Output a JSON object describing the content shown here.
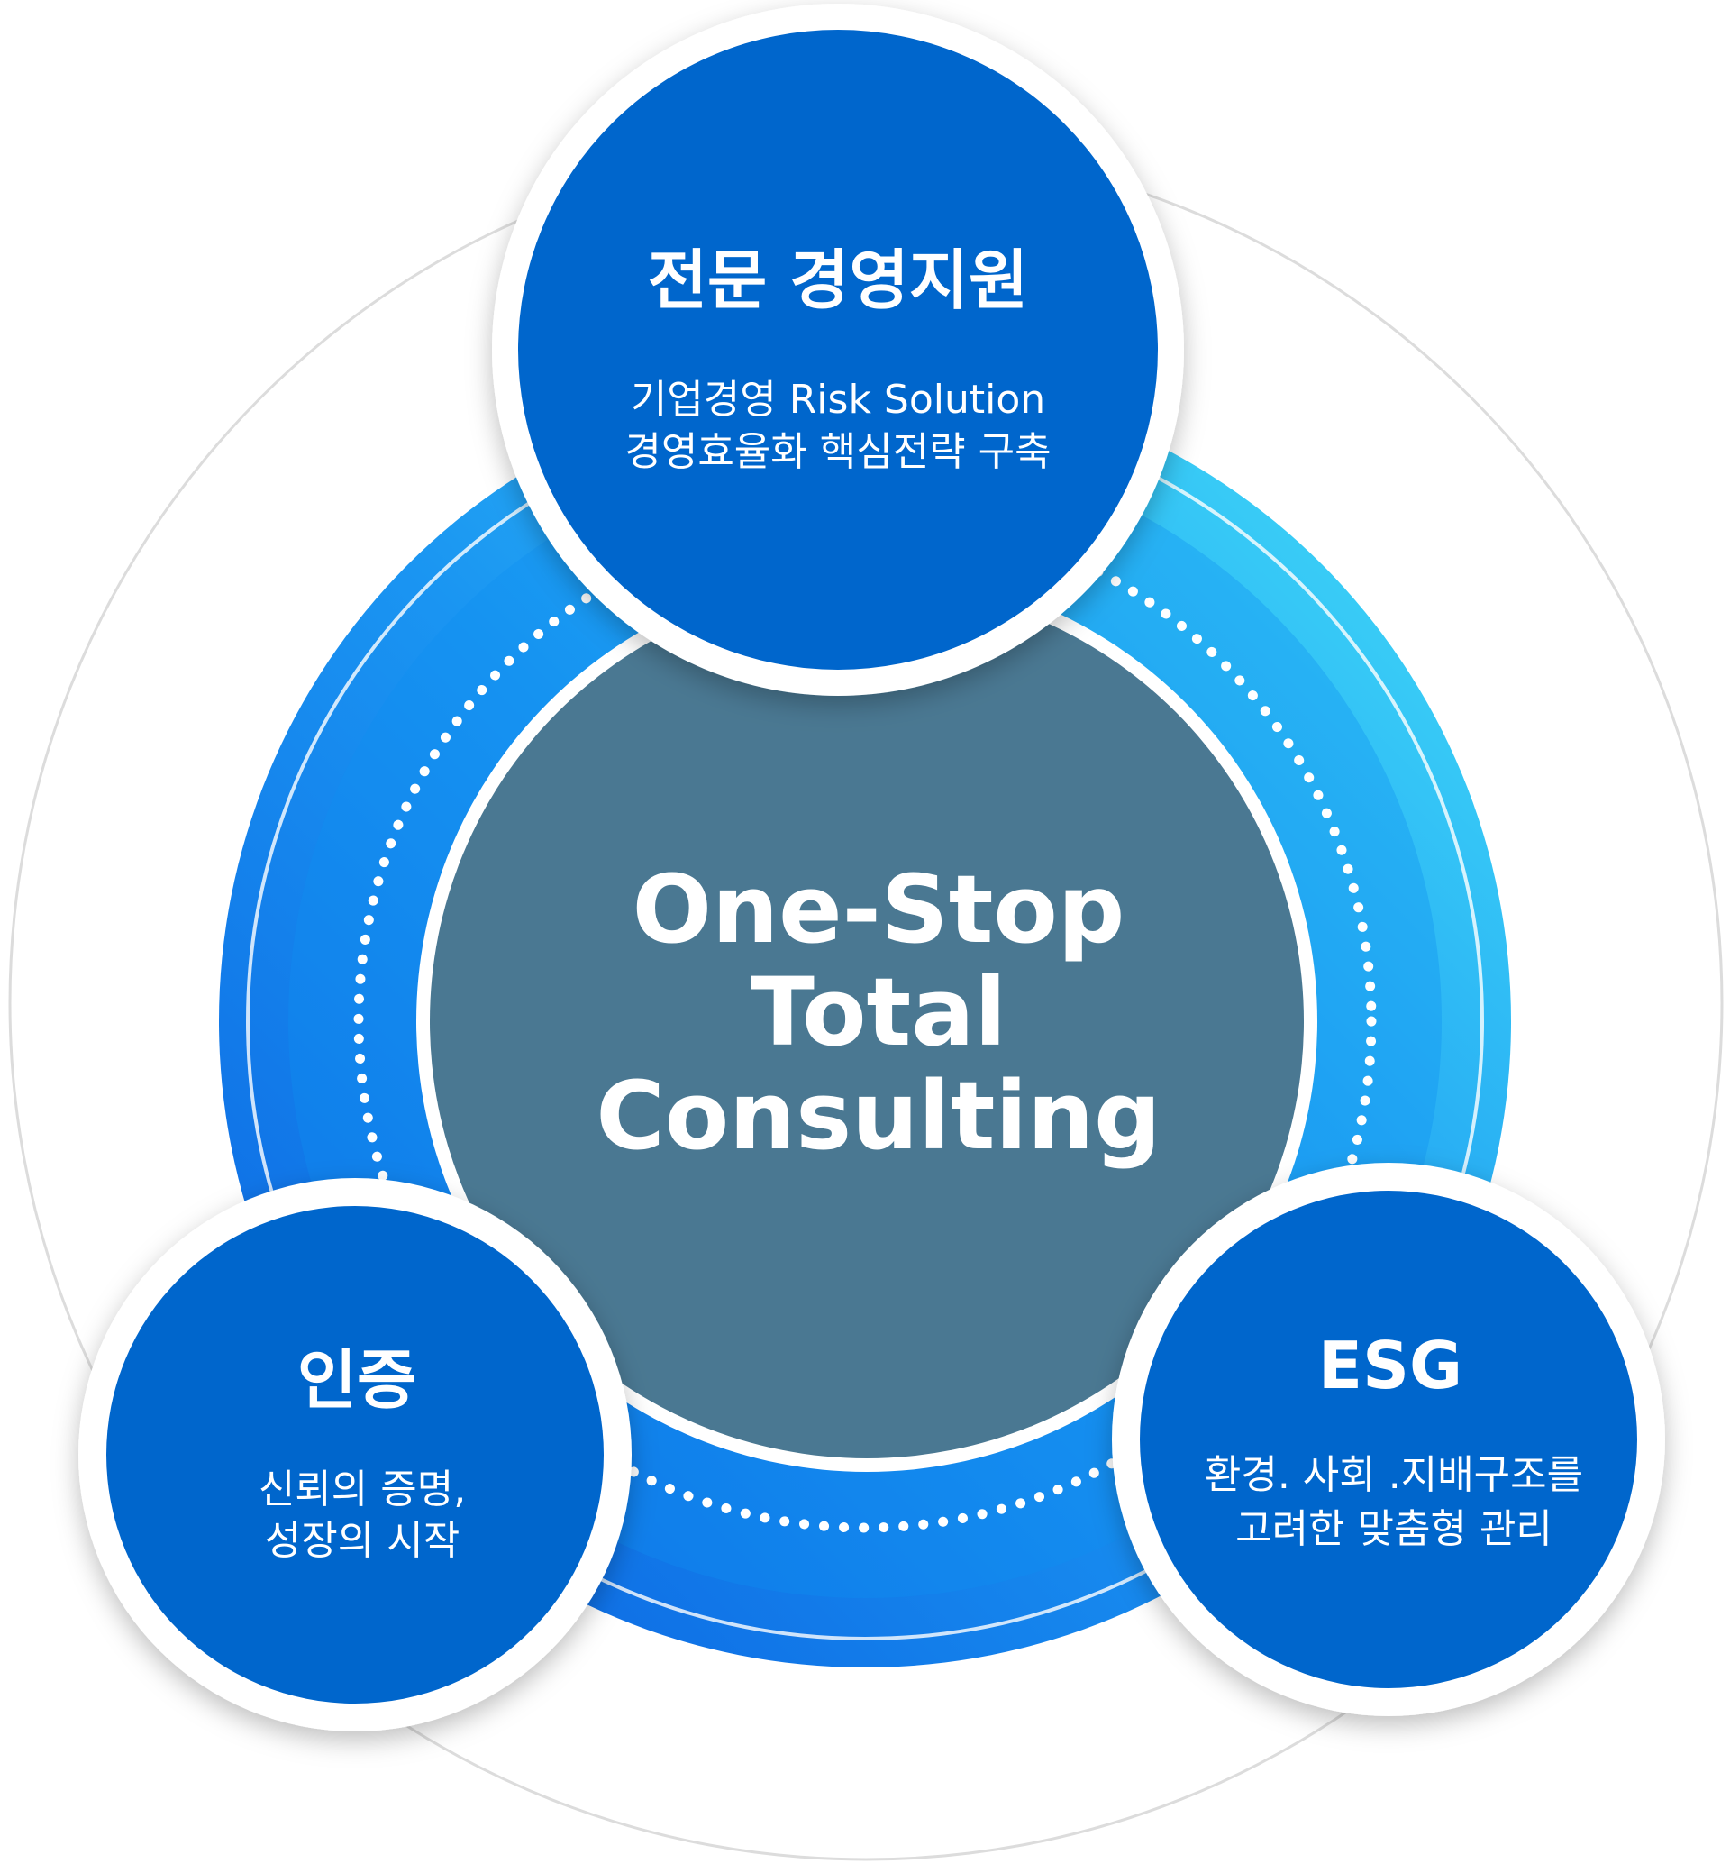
{
  "center": {
    "lines": [
      "One-Stop",
      "Total",
      "Consulting"
    ]
  },
  "nodes": [
    {
      "title": "전문 경영지원",
      "lines": [
        "기업경영 Risk Solution",
        "경영효율화 핵심전략 구축"
      ]
    },
    {
      "title": "인증",
      "lines": [
        "신뢰의 증명,",
        "성장의 시작"
      ]
    },
    {
      "title": "ESG",
      "lines": [
        "환경. 사회 .지배구조를",
        "고려한 맞춤형 관리"
      ]
    }
  ],
  "colors": {
    "node_blue": "#0066cc",
    "center_fill": "#4a7892",
    "ring_blue": "#1a8cf0",
    "ring_cyan": "#3fd6f5"
  }
}
